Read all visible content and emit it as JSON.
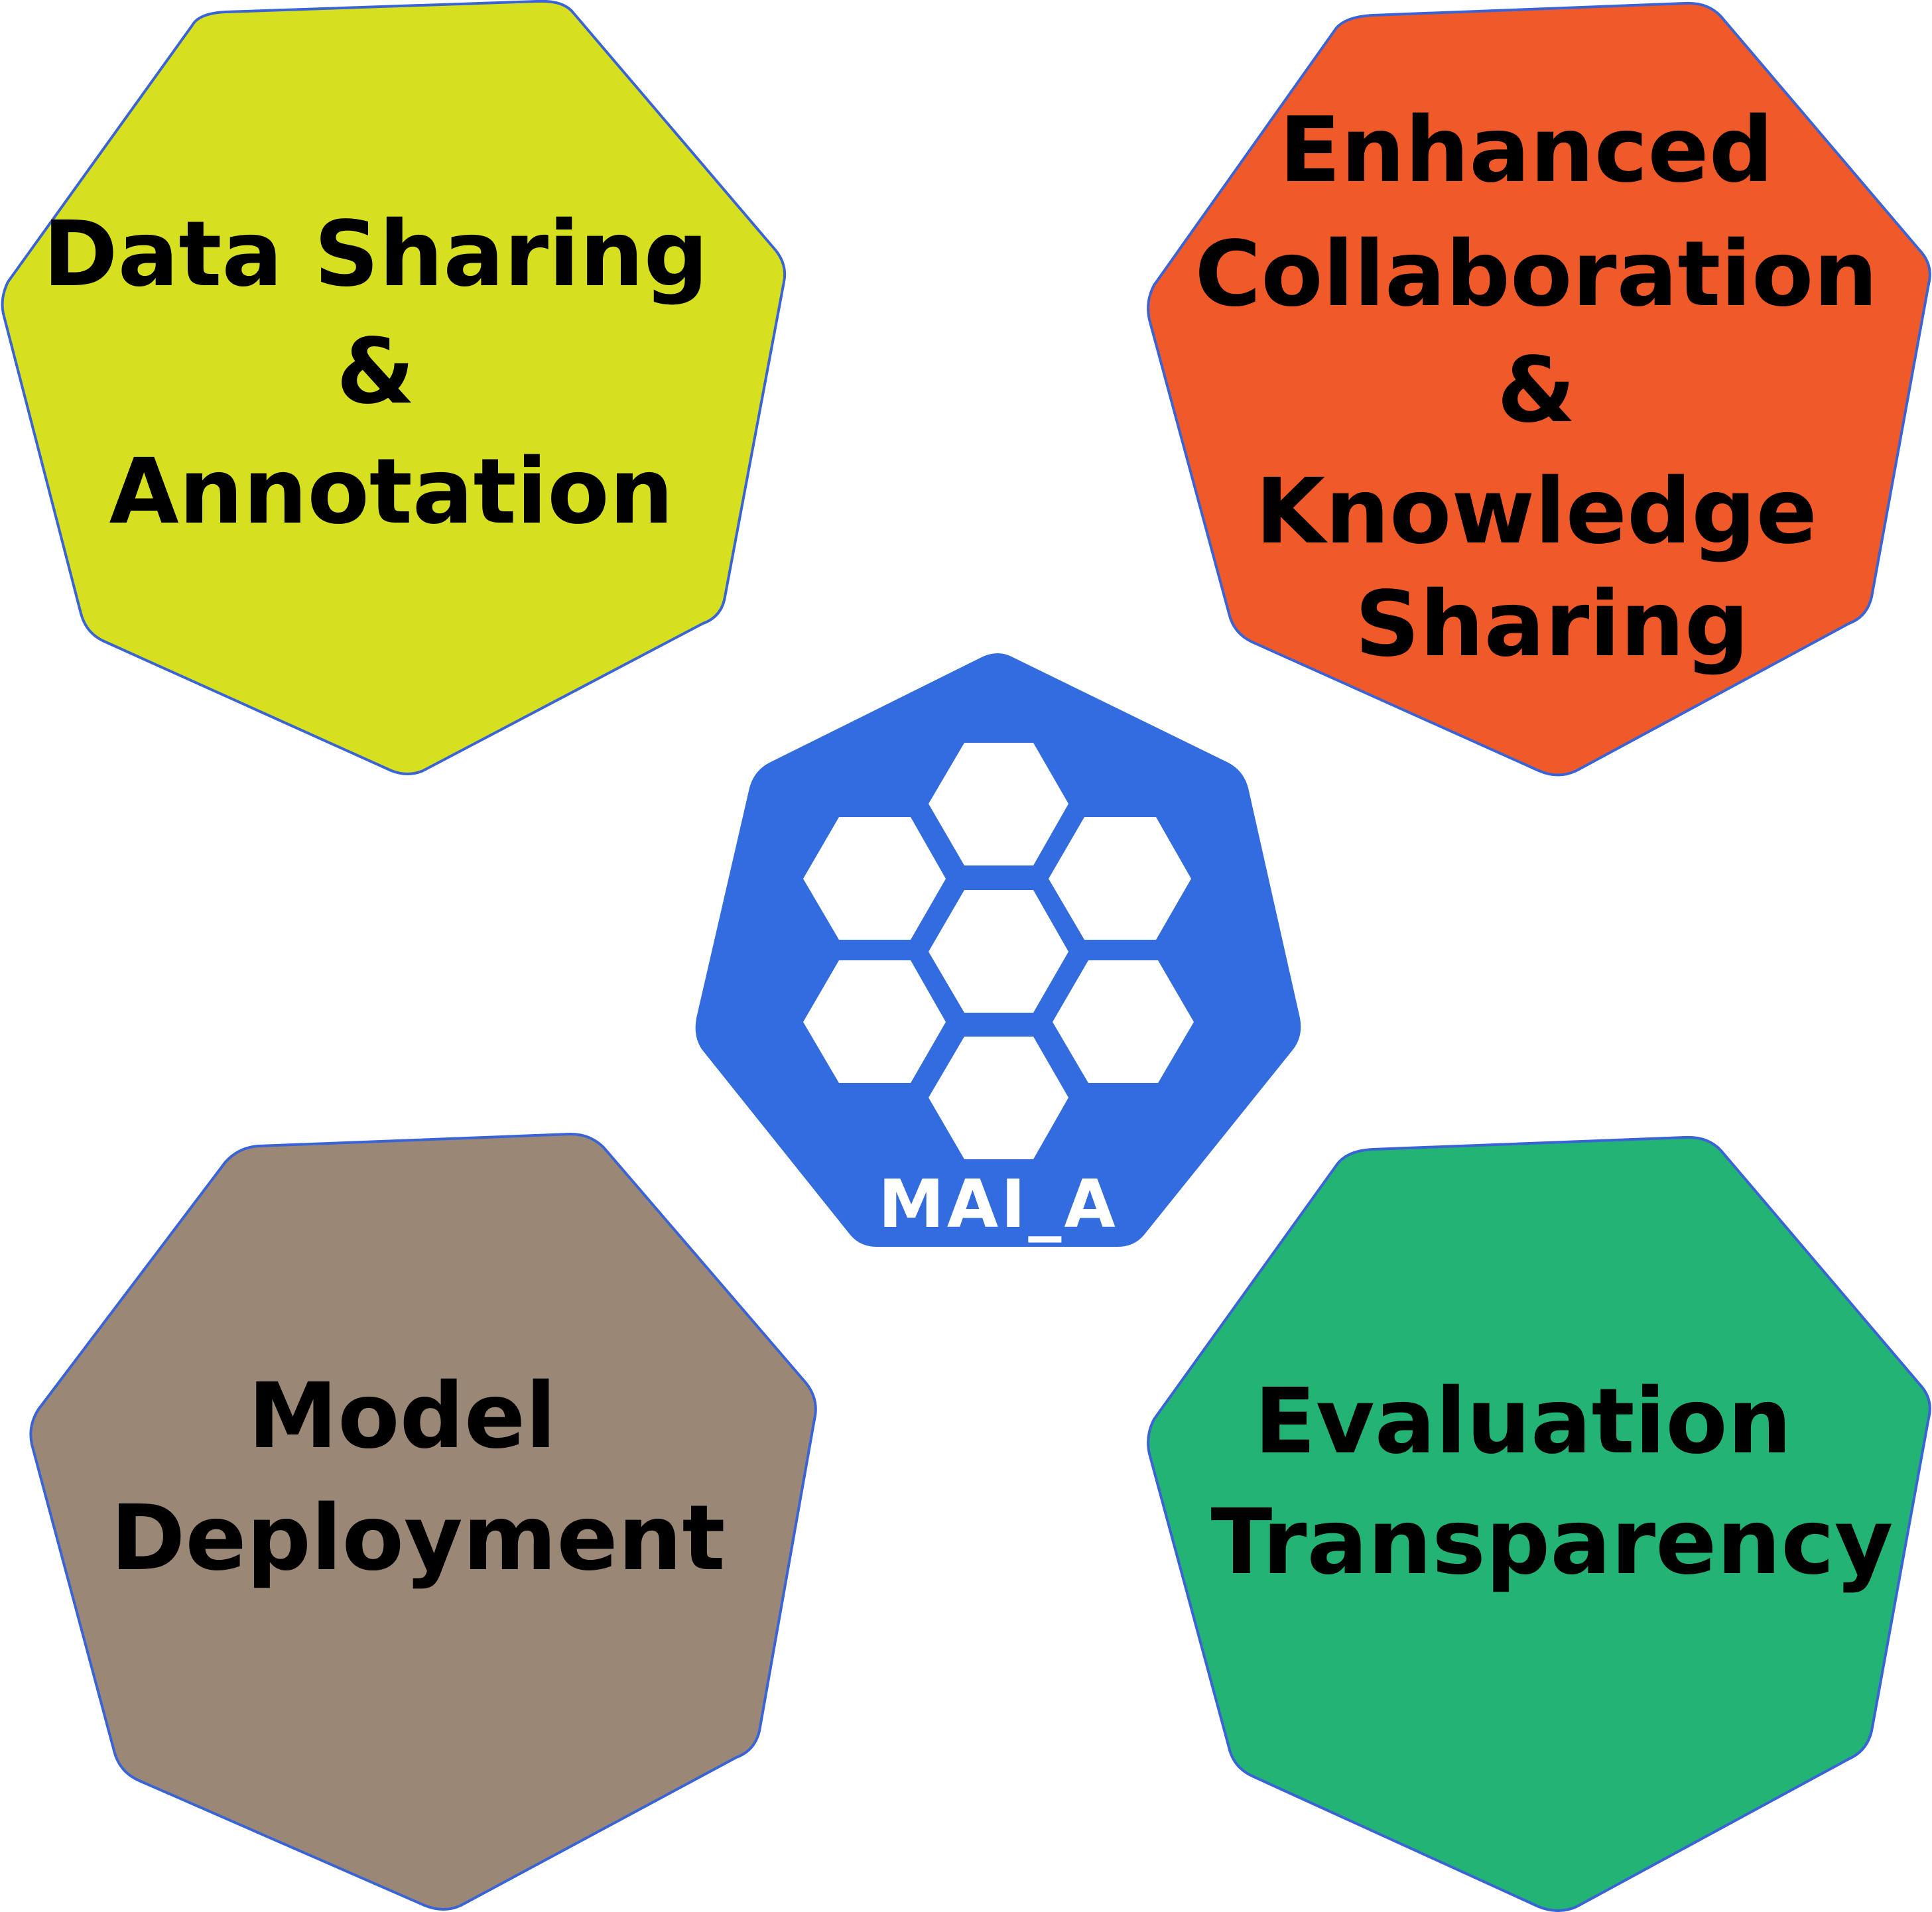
{
  "diagram": {
    "center": {
      "label": "MAI_A",
      "fill": "#336cde",
      "icon": "honeycomb-icon"
    },
    "nodes": [
      {
        "id": "data-sharing",
        "lines": [
          "Data Sharing",
          "&",
          "Annotation"
        ],
        "fill": "#d6e01f"
      },
      {
        "id": "enhanced-collaboration",
        "lines": [
          "Enhanced",
          "Collaboration",
          "&",
          "Knowledge",
          "Sharing"
        ],
        "fill": "#f05a28"
      },
      {
        "id": "model-deployment",
        "lines": [
          "Model",
          "Deployment"
        ],
        "fill": "#9a8776"
      },
      {
        "id": "evaluation-transparency",
        "lines": [
          "Evaluation",
          "Transparency"
        ],
        "fill": "#23b374"
      }
    ]
  }
}
